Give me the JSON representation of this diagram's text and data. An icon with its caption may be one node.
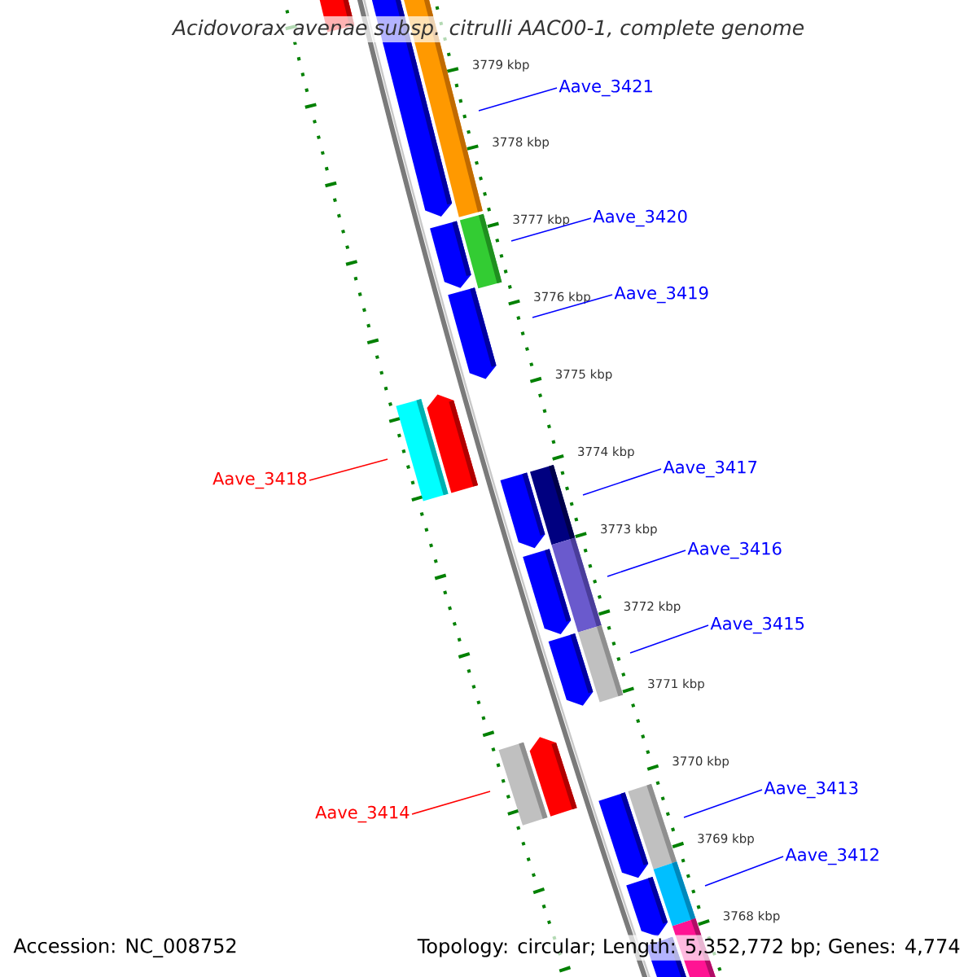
{
  "diagram": {
    "title": "Acidovorax avenae subsp. citrulli AAC00-1, complete genome",
    "nodes": [
      {
        "text": [
          "Aave_3421"
        ]
      },
      {
        "text": [
          "Aave_3420"
        ]
      },
      {
        "text": [
          "Aave_3419"
        ]
      },
      {
        "text": [
          "Aave_3418"
        ]
      },
      {
        "text": [
          "Aave_3417"
        ]
      },
      {
        "text": [
          "Aave_3416"
        ]
      },
      {
        "text": [
          "Aave_3415"
        ]
      },
      {
        "text": [
          "Aave_3414"
        ]
      },
      {
        "text": [
          "Aave_3413"
        ]
      },
      {
        "text": [
          "Aave_3412"
        ]
      }
    ],
    "edges": [
      {
        "from": 0,
        "to": null,
        "arrow": "none"
      },
      {
        "from": 1,
        "to": null,
        "arrow": "none"
      },
      {
        "from": 2,
        "to": null,
        "arrow": "none"
      },
      {
        "from": 3,
        "to": null,
        "arrow": "none",
        "color": "#ff0000"
      },
      {
        "from": 4,
        "to": null,
        "arrow": "none"
      },
      {
        "from": 5,
        "to": null,
        "arrow": "none"
      },
      {
        "from": 6,
        "to": null,
        "arrow": "none"
      },
      {
        "from": 7,
        "to": null,
        "arrow": "none",
        "color": "#ff0000"
      },
      {
        "from": 8,
        "to": null,
        "arrow": "none"
      },
      {
        "from": 9,
        "to": null,
        "arrow": "none"
      }
    ],
    "labels": [
      "3779 kbp",
      "3778 kbp",
      "3777 kbp",
      "3776 kbp",
      "3775 kbp",
      "3774 kbp",
      "3773 kbp",
      "3772 kbp",
      "3771 kbp",
      "3770 kbp",
      "3769 kbp",
      "3768 kbp",
      "Accession: NC_008752",
      "Topology: circular; Length: 5,352,772 bp; Genes: 4,774"
    ]
  }
}
